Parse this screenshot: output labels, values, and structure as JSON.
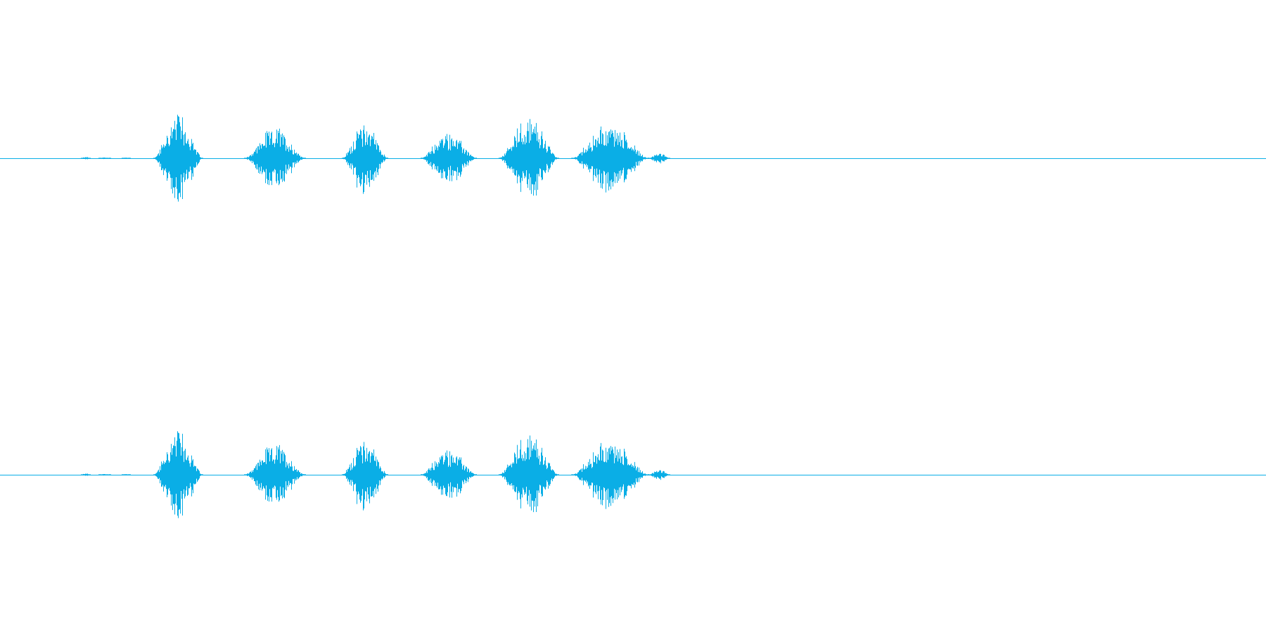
{
  "waveform": {
    "color": "#0aaee6",
    "background": "#ffffff",
    "channel_count": 2,
    "channels": [
      {
        "id": "left",
        "bursts": [
          {
            "start": 0.064,
            "end": 0.071,
            "peak": 0.04
          },
          {
            "start": 0.078,
            "end": 0.087,
            "peak": 0.02
          },
          {
            "start": 0.096,
            "end": 0.103,
            "peak": 0.02
          },
          {
            "start": 0.121,
            "end": 0.16,
            "peak": 0.98
          },
          {
            "start": 0.193,
            "end": 0.241,
            "peak": 0.68
          },
          {
            "start": 0.27,
            "end": 0.306,
            "peak": 0.83
          },
          {
            "start": 0.332,
            "end": 0.376,
            "peak": 0.58
          },
          {
            "start": 0.394,
            "end": 0.441,
            "peak": 0.91
          },
          {
            "start": 0.451,
            "end": 0.512,
            "peak": 0.78
          },
          {
            "start": 0.512,
            "end": 0.529,
            "peak": 0.12
          }
        ]
      },
      {
        "id": "right",
        "bursts": [
          {
            "start": 0.064,
            "end": 0.071,
            "peak": 0.04
          },
          {
            "start": 0.078,
            "end": 0.087,
            "peak": 0.02
          },
          {
            "start": 0.096,
            "end": 0.103,
            "peak": 0.02
          },
          {
            "start": 0.121,
            "end": 0.16,
            "peak": 0.98
          },
          {
            "start": 0.193,
            "end": 0.241,
            "peak": 0.68
          },
          {
            "start": 0.27,
            "end": 0.306,
            "peak": 0.83
          },
          {
            "start": 0.332,
            "end": 0.376,
            "peak": 0.58
          },
          {
            "start": 0.394,
            "end": 0.441,
            "peak": 0.91
          },
          {
            "start": 0.451,
            "end": 0.512,
            "peak": 0.78
          },
          {
            "start": 0.512,
            "end": 0.529,
            "peak": 0.12
          }
        ]
      }
    ]
  }
}
